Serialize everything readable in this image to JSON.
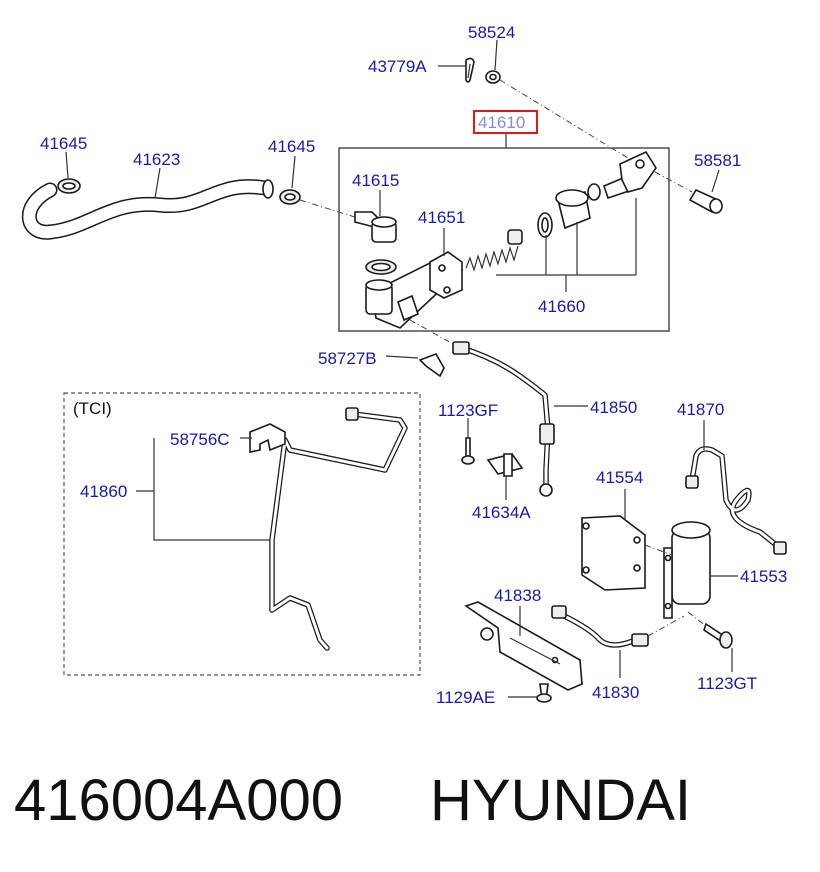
{
  "labels": {
    "p58524": "58524",
    "p43779A": "43779A",
    "p41610": "41610",
    "p41645_left": "41645",
    "p41623": "41623",
    "p41645_right": "41645",
    "p58581": "58581",
    "p41615": "41615",
    "p41651": "41651",
    "p41660": "41660",
    "p58727B": "58727B",
    "tci": "(TCI)",
    "p1123GF": "1123GF",
    "p41850": "41850",
    "p41870": "41870",
    "p58756C": "58756C",
    "p41860": "41860",
    "p41634A": "41634A",
    "p41554": "41554",
    "p41553": "41553",
    "p41838": "41838",
    "p41830": "41830",
    "p1123GT": "1123GT",
    "p1129AE": "1129AE"
  },
  "footer": {
    "part_number": "416004A000",
    "brand": "HYUNDAI"
  },
  "colors": {
    "label": "#1a1aa6",
    "highlight_border": "#e01818",
    "highlight_text": "#8a8ad8",
    "line": "#1a1a1a"
  }
}
